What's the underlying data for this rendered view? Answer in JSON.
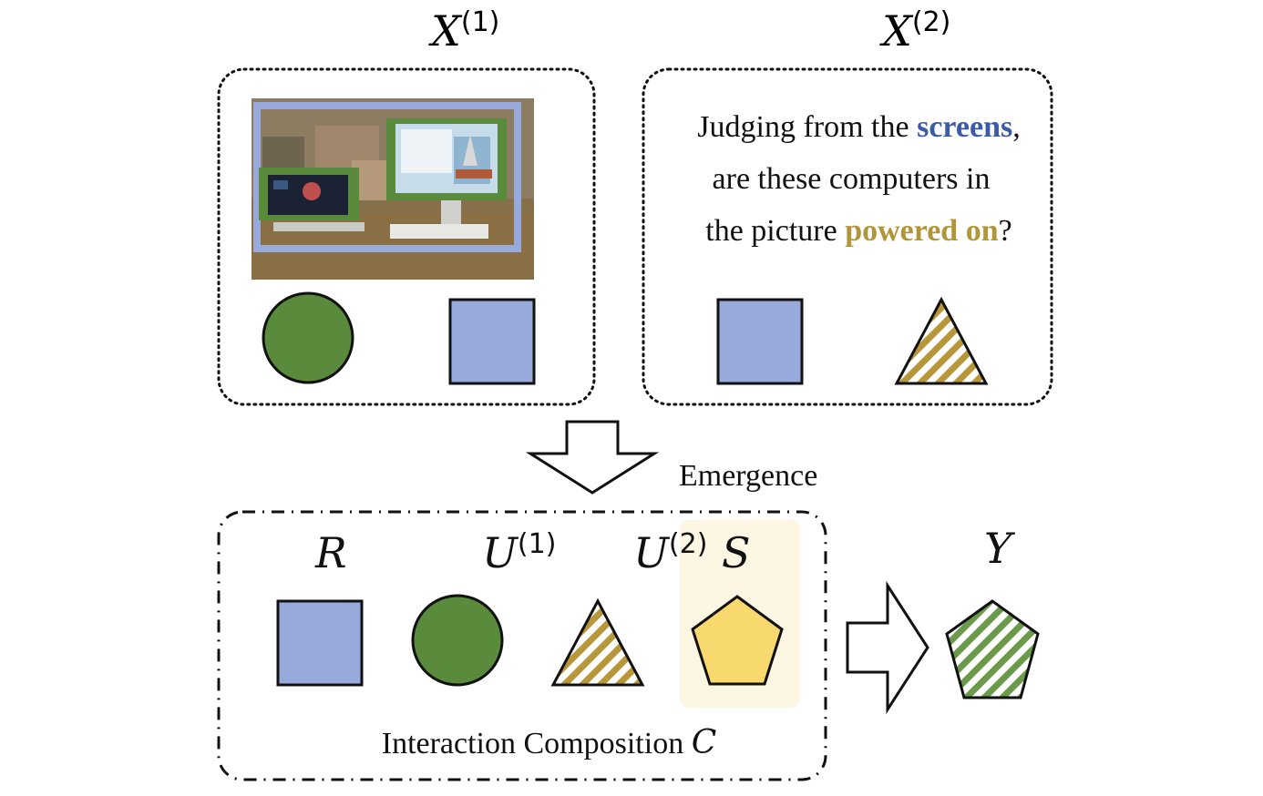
{
  "modalities": {
    "x1": {
      "symbol": "X",
      "superscript": "(1)"
    },
    "x2": {
      "symbol": "X",
      "superscript": "(2)"
    }
  },
  "question": {
    "line1_prefix": "Judging from the ",
    "line1_highlight": "screens",
    "line1_suffix": ",",
    "line2": "are these computers in",
    "line3_prefix": "the picture ",
    "line3_highlight": "powered on",
    "line3_suffix": "?"
  },
  "emergence_label": "Emergence",
  "components": {
    "r": {
      "symbol": "R"
    },
    "u1": {
      "symbol": "U",
      "superscript": "(1)"
    },
    "u2": {
      "symbol": "U",
      "superscript": "(2)"
    },
    "s": {
      "symbol": "S"
    }
  },
  "composition_label": "Interaction Composition ",
  "composition_symbol": "C",
  "output": {
    "symbol": "Y"
  },
  "colors": {
    "redundant_blue": "#98aadb",
    "unique_green": "#5a8a3c",
    "olive_stripe": "#b8963a",
    "synergy_yellow": "#f8d96e",
    "synergy_bg": "#fdf6e3",
    "screens_text": "#3b5ba5",
    "powered_on_text": "#b39539",
    "output_stripe": "#6a9a4a"
  }
}
